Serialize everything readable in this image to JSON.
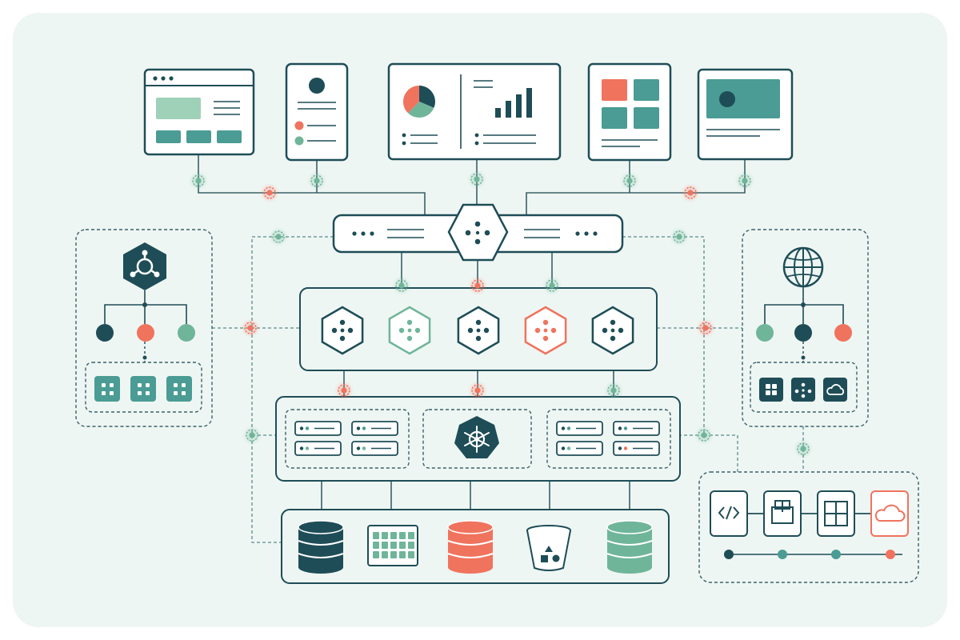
{
  "caption": "",
  "colors": {
    "canvas": "#eef6f3",
    "ink": "#1e4d57",
    "teal": "#4a9c94",
    "mint": "#6fb59a",
    "coral": "#f0735e",
    "line": "#3a6068",
    "dashed": "#5a8a8c",
    "white": "#ffffff"
  },
  "icons": {
    "client_apps": [
      "web-app-window-icon",
      "mobile-app-icon",
      "analytics-dashboard-icon",
      "tiles-dashboard-icon",
      "media-screen-icon"
    ],
    "gateway": "api-gateway-hexagon-icon",
    "services": [
      "service-hexagon-icon-1",
      "service-hexagon-icon-2",
      "service-hexagon-icon-3",
      "service-hexagon-icon-4",
      "service-hexagon-icon-5"
    ],
    "left_panel": "service-mesh-hub-icon",
    "right_panel": "globe-icon",
    "cluster": "kubernetes-helm-icon",
    "storage": [
      "database-cylinder-icon",
      "data-grid-icon",
      "database-cylinder-icon",
      "object-bucket-icon",
      "database-cylinder-icon"
    ],
    "pipeline": [
      "code-icon",
      "package-icon",
      "container-grid-icon",
      "cloud-icon"
    ]
  }
}
